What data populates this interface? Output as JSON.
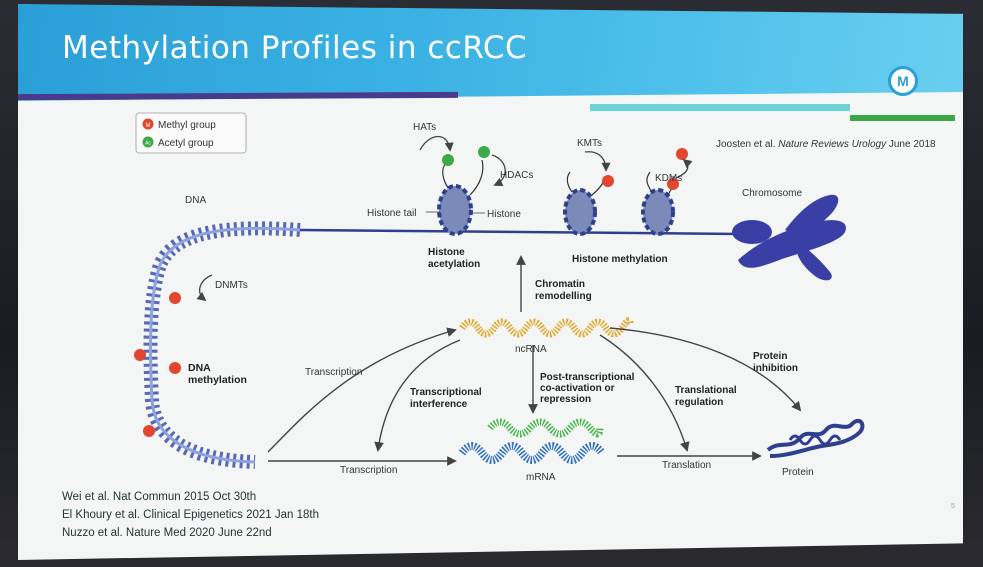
{
  "slide": {
    "title": "Methylation Profiles in ccRCC",
    "logo_letter": "M",
    "page_number": "5",
    "source": {
      "authors": "Joosten et al.",
      "journal": "Nature Reviews Urology",
      "date": "June 2018"
    },
    "references": [
      "Wei et al. Nat Commun 2015 Oct 30th",
      "El Khoury et al. Clinical Epigenetics 2021 Jan 18th",
      "Nuzzo et al. Nature Med 2020 June 22nd"
    ]
  },
  "legend": {
    "methyl": {
      "symbol": "M",
      "label": "Methyl group",
      "color": "#e2462f"
    },
    "acetyl": {
      "symbol": "Ac",
      "label": "Acetyl group",
      "color": "#3ea84a"
    }
  },
  "labels": {
    "dna": "DNA",
    "dnmts": "DNMTs",
    "dna_methylation_1": "DNA",
    "dna_methylation_2": "methylation",
    "hats": "HATs",
    "hdacs": "HDACs",
    "kmts": "KMTs",
    "kdms": "KDMs",
    "histone_tail": "Histone tail",
    "histone": "Histone",
    "chromosome": "Chromosome",
    "histone_acetylation_1": "Histone",
    "histone_acetylation_2": "acetylation",
    "histone_methylation": "Histone methylation",
    "chromatin_1": "Chromatin",
    "chromatin_2": "remodelling",
    "ncrna": "ncRNA",
    "mrna": "mRNA",
    "protein": "Protein",
    "transcription_curve": "Transcription",
    "transcription_bottom": "Transcription",
    "transcriptional_interference_1": "Transcriptional",
    "transcriptional_interference_2": "interference",
    "post_transcriptional_1": "Post-transcriptional",
    "post_transcriptional_2": "co-activation or",
    "post_transcriptional_3": "repression",
    "translational_regulation_1": "Translational",
    "translational_regulation_2": "regulation",
    "translation": "Translation",
    "protein_inhibition_1": "Protein",
    "protein_inhibition_2": "inhibition"
  },
  "colors": {
    "dna": "#3b50a8",
    "chromosome": "#3a3fa6",
    "ncrna": "#e4a72a",
    "mrna_green": "#48b84c",
    "mrna_blue": "#2f6fc4",
    "protein": "#2e3f8f",
    "title_band": "#2a9fd6"
  }
}
